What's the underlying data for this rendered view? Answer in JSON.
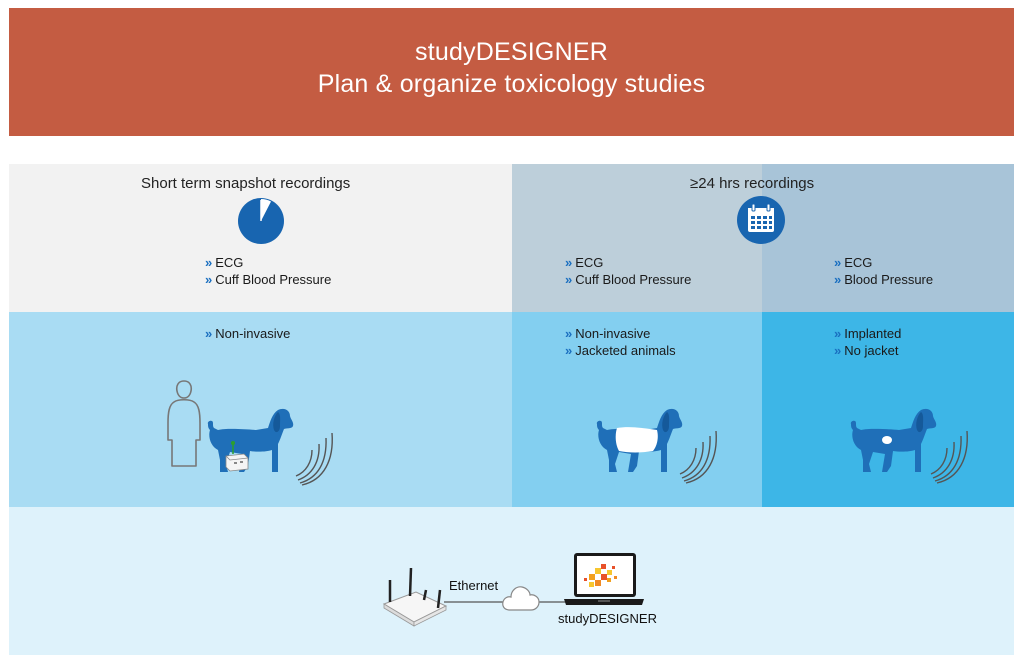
{
  "header": {
    "title": "studyDESIGNER",
    "subtitle": "Plan & organize toxicology studies"
  },
  "short_term": {
    "heading": "Short term snapshot recordings",
    "icon": "pie-clock-icon",
    "items": [
      "ECG",
      "Cuff Blood Pressure"
    ],
    "method": [
      "Non-invasive"
    ]
  },
  "long_term": {
    "heading": "≥24 hrs recordings",
    "icon": "calendar-icon",
    "jacketed": {
      "items": [
        "ECG",
        "Cuff Blood Pressure"
      ],
      "method": [
        "Non-invasive",
        "Jacketed animals"
      ]
    },
    "implanted": {
      "items": [
        "ECG",
        "Blood Pressure"
      ],
      "method": [
        "Implanted",
        "No jacket"
      ]
    }
  },
  "network": {
    "link_label": "Ethernet",
    "software_label": "studyDESIGNER"
  },
  "colors": {
    "header": "#c45c42",
    "dog": "#1f6fb8",
    "bullet": "#1a6fc0"
  }
}
